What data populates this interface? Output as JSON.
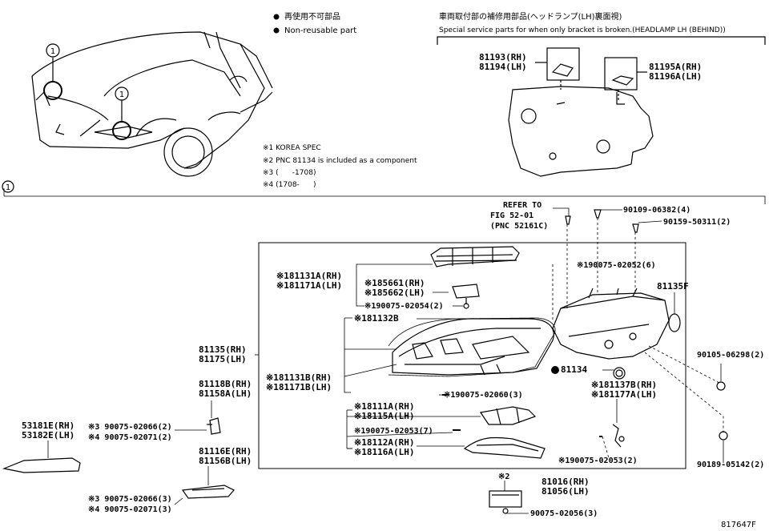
{
  "legend": {
    "nonreusable_jp": "再使用不可部品",
    "nonreusable_en": "Non-reusable part"
  },
  "special": {
    "title_jp": "車両取付部の補修用部品(ヘッドランプ(LH)裏面視)",
    "title_en": "Special service parts for when only bracket is broken.(HEADLAMP LH (BEHIND))",
    "left_rh": "81193(RH)",
    "left_lh": "81194(LH)",
    "right_rh": "81195A(RH)",
    "right_lh": "81196A(LH)"
  },
  "notes": [
    "※1 KOREA SPEC",
    "※2 PNC 81134 is included as a component",
    "※3 (      -1708)",
    "※4 (1708-      )"
  ],
  "callout_marker": "1",
  "refer": {
    "line1": "REFER TO",
    "line2": "FIG 52-01",
    "line3": "(PNC 52161C)"
  },
  "parts": {
    "p90109": "90109-06382(4)",
    "p90159": "90159-50311(2)",
    "p190075_02052": "※190075-02052(6)",
    "p81135F": "81135F",
    "p81131A_rh": "※181131A(RH)",
    "p81171A_lh": "※181171A(LH)",
    "p85661_rh": "※185661(RH)",
    "p85662_lh": "※185662(LH)",
    "p190075_02054": "※190075-02054(2)",
    "p81132B": "※181132B",
    "p81135_rh": "81135(RH)",
    "p81175_lh": "81175(LH)",
    "p81131B_rh": "※181131B(RH)",
    "p81171B_lh": "※181171B(LH)",
    "p90105": "90105-06298(2)",
    "p81134": "81134",
    "p81137B_rh": "※181137B(RH)",
    "p81177A_lh": "※181177A(LH)",
    "p190075_02060": "※190075-02060(3)",
    "p81118B_rh": "81118B(RH)",
    "p81158A_lh": "81158A(LH)",
    "p81111A_rh": "※18111A(RH)",
    "p81115A_lh": "※18115A(LH)",
    "p53181E_rh": "53181E(RH)",
    "p53182E_lh": "53182E(LH)",
    "p3_90075_02066": "※3 90075-02066(2)",
    "p4_90075_02071": "※4 90075-02071(2)",
    "p190075_02053_7": "※190075-02053(7)",
    "p81112A_rh": "※18112A(RH)",
    "p81116A_lh": "※18116A(LH)",
    "p81116E_rh": "81116E(RH)",
    "p81156B_lh": "81156B(LH)",
    "p190075_02053_2": "※190075-02053(2)",
    "p90189": "90189-05142(2)",
    "p81016_rh": "81016(RH)",
    "p81056_lh": "81056(LH)",
    "p2_mark": "※2",
    "p3_90075_02066_3": "※3 90075-02066(3)",
    "p4_90075_02071_3": "※4 90075-02071(3)",
    "p90075_02056": "90075-02056(3)"
  },
  "figure_code": "817647F"
}
